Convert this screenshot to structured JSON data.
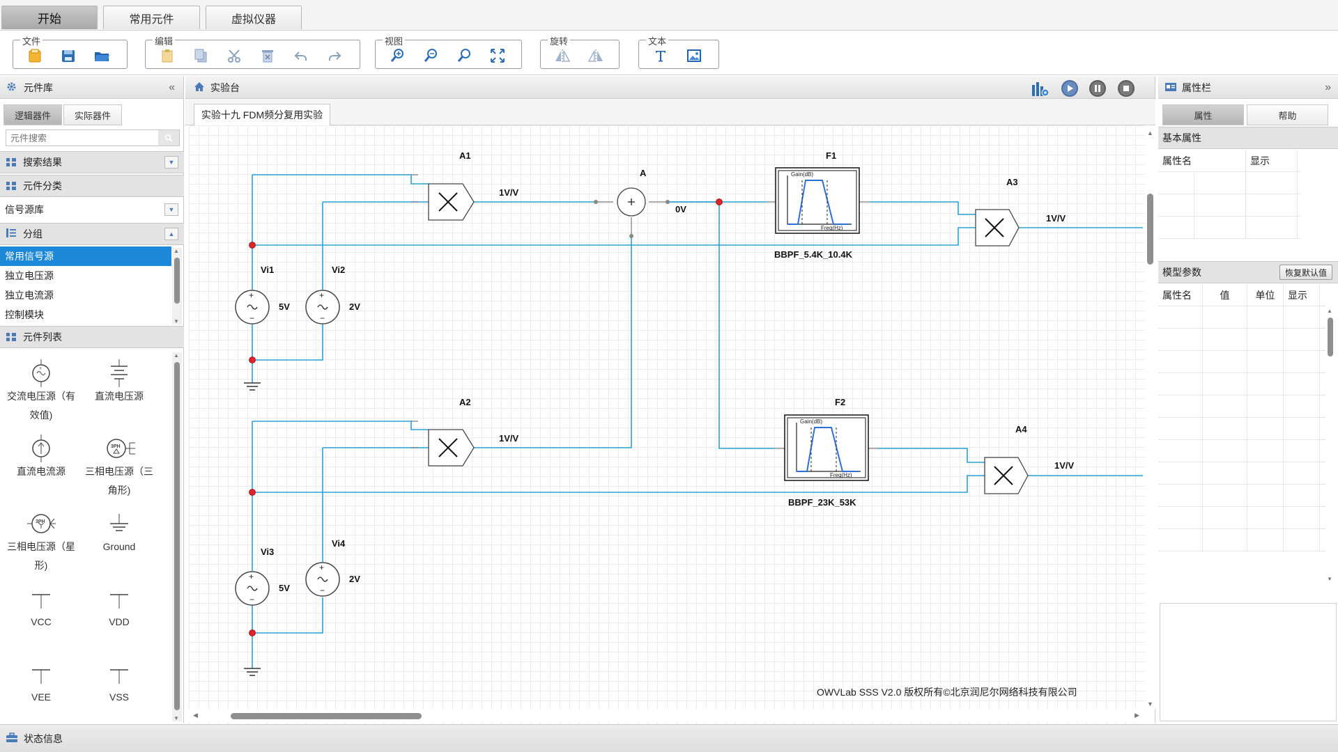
{
  "top_tabs": [
    {
      "label": "开始"
    },
    {
      "label": "常用元件"
    },
    {
      "label": "虚拟仪器"
    }
  ],
  "toolbar": {
    "groups": [
      {
        "label": "文件",
        "icons": [
          "new-file-icon",
          "save-icon",
          "open-folder-icon"
        ]
      },
      {
        "label": "编辑",
        "icons": [
          "paste-icon",
          "copy-icon",
          "cut-icon",
          "delete-icon",
          "undo-icon",
          "redo-icon"
        ]
      },
      {
        "label": "视图",
        "icons": [
          "zoom-in-icon",
          "zoom-out-icon",
          "zoom-icon",
          "fit-screen-icon"
        ]
      },
      {
        "label": "旋转",
        "icons": [
          "flip-horizontal-icon",
          "flip-vertical-icon"
        ]
      },
      {
        "label": "文本",
        "icons": [
          "text-icon",
          "image-icon"
        ]
      }
    ]
  },
  "library": {
    "title": "元件库",
    "tabs": [
      "逻辑器件",
      "实际器件"
    ],
    "search_placeholder": "元件搜索",
    "search_results_label": "搜索结果",
    "categories_label": "元件分类",
    "category_selected": "信号源库",
    "groups_label": "分组",
    "groups": [
      "常用信号源",
      "独立电压源",
      "独立电流源",
      "控制模块"
    ],
    "components_label": "元件列表",
    "components": [
      {
        "l1": "交流电压源（有",
        "l2": "效值)"
      },
      {
        "l1": "直流电压源",
        "l2": ""
      },
      {
        "l1": "直流电流源",
        "l2": ""
      },
      {
        "l1": "三相电压源（三",
        "l2": "角形)"
      },
      {
        "l1": "三相电压源（星",
        "l2": "形)"
      },
      {
        "l1": "Ground",
        "l2": ""
      },
      {
        "l1": "VCC",
        "l2": ""
      },
      {
        "l1": "VDD",
        "l2": ""
      },
      {
        "l1": "VEE",
        "l2": ""
      },
      {
        "l1": "VSS",
        "l2": ""
      }
    ]
  },
  "workbench": {
    "title": "实验台",
    "doc_tab": "实验十九 FDM频分复用实验",
    "controls": [
      "settings-chart-icon",
      "play-icon",
      "pause-icon",
      "stop-icon"
    ],
    "watermark": "OWVLab SSS V2.0 版权所有©北京润尼尔网络科技有限公司"
  },
  "circuit": {
    "labels": {
      "a1": "A1",
      "a2": "A2",
      "a3": "A3",
      "a4": "A4",
      "a": "A",
      "f1": "F1",
      "f2": "F2",
      "vi1": "Vi1",
      "vi2": "Vi2",
      "vi3": "Vi3",
      "vi4": "Vi4",
      "v5a": "5V",
      "v2a": "2V",
      "v5b": "5V",
      "v2b": "2V",
      "g_a1": "1V/V",
      "g_a2": "1V/V",
      "g_a3": "1V/V",
      "g_a4": "1V/V",
      "sum_out": "0V",
      "bpf1": "BBPF_5.4K_10.4K",
      "bpf2": "BBPF_23K_53K",
      "gain_axis": "Gain(dB)",
      "freq_axis": "Freq(Hz)"
    }
  },
  "properties": {
    "title": "属性栏",
    "tabs": [
      "属性",
      "帮助"
    ],
    "basic_label": "基本属性",
    "basic_cols": [
      "属性名",
      "显示"
    ],
    "model_label": "模型参数",
    "restore_button": "恢复默认值",
    "model_cols": [
      "属性名",
      "值",
      "单位",
      "显示"
    ]
  },
  "status": {
    "label": "状态信息"
  },
  "colors": {
    "wire": "#2aa1d8",
    "select": "#1e88d8",
    "node": "#e0232a",
    "accent": "#4a7ab8"
  }
}
